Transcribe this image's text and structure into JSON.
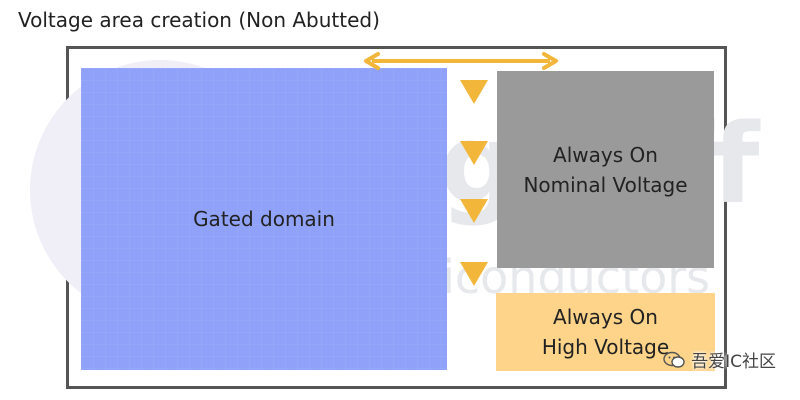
{
  "title": "Voltage area creation (Non Abutted)",
  "blocks": {
    "gated": {
      "label": "Gated domain"
    },
    "always_on_nominal": {
      "line1": "Always On",
      "line2": "Nominal Voltage"
    },
    "always_on_high": {
      "line1": "Always On",
      "line2": "High Voltage"
    }
  },
  "watermark": {
    "brand_big": "signoff",
    "brand_small": "semiconductors"
  },
  "brand_label": "吾爱IC社区",
  "colors": {
    "gated": "#8fa1f8",
    "nominal": "#9a9a9a",
    "high": "#fdd48a",
    "arrow": "#f2b63a",
    "frame": "#555555"
  },
  "icons": {
    "brand": "wechat-icon",
    "spacing": "double-arrow-icon",
    "channel": "triangle-down-icon"
  }
}
